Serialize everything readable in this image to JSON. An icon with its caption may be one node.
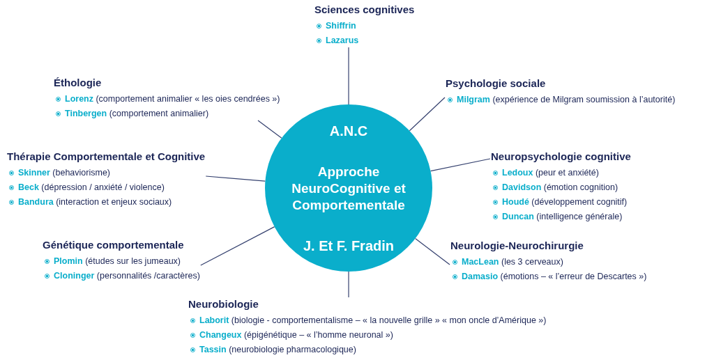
{
  "diagram": {
    "nodes": [
      {
        "text": [
          "A.N.C",
          "Approche NeuroCognitive et Comportementale",
          "J. Et F. Fradin"
        ]
      },
      {
        "text": [
          "Sciences cognitives",
          "**Shiffrin**",
          "**Lazarus**"
        ]
      },
      {
        "text": [
          "Éthologie",
          "**Lorenz** (comportement animalier « les oies cendrées »)",
          "**Tinbergen** (comportement animalier)"
        ]
      },
      {
        "text": [
          "Psychologie sociale",
          "**Milgram** (expérience de Milgram soumission à l’autorité)"
        ]
      },
      {
        "text": [
          "Thérapie Comportementale et Cognitive",
          "**Skinner** (behaviorisme)",
          "**Beck** (dépression / anxiété / violence)",
          "**Bandura** (interaction et enjeux sociaux)"
        ]
      },
      {
        "text": [
          "Neuropsychologie cognitive",
          "**Ledoux** (peur et anxiété)",
          "**Davidson** (émotion cognition)",
          "**Houdé** (développement cognitif)",
          "**Duncan** (intelligence générale)"
        ]
      },
      {
        "text": [
          "Génétique comportementale",
          "**Plomin** (études sur les jumeaux)",
          "**Cloninger** (personnalités /caractères)"
        ]
      },
      {
        "text": [
          "Neurologie-Neurochirurgie",
          "**MacLean** (les 3 cerveaux)",
          "**Damasio** (émotions – « l’erreur de Descartes »)"
        ]
      },
      {
        "text": [
          "Neurobiologie",
          "**Laborit** (biologie - comportementalisme – « la nouvelle grille » « mon oncle d’Amérique »)",
          "**Changeux** (épigénétique – « l’homme neuronal »)",
          "**Tassin** (neurobiologie pharmacologique)"
        ]
      }
    ],
    "edges": [
      {
        "from": 1,
        "to": 0,
        "arrow": "none"
      },
      {
        "from": 2,
        "to": 0,
        "arrow": "none"
      },
      {
        "from": 3,
        "to": 0,
        "arrow": "none"
      },
      {
        "from": 4,
        "to": 0,
        "arrow": "none"
      },
      {
        "from": 5,
        "to": 0,
        "arrow": "none"
      },
      {
        "from": 6,
        "to": 0,
        "arrow": "none"
      },
      {
        "from": 7,
        "to": 0,
        "arrow": "none"
      },
      {
        "from": 8,
        "to": 0,
        "arrow": "none"
      }
    ]
  }
}
